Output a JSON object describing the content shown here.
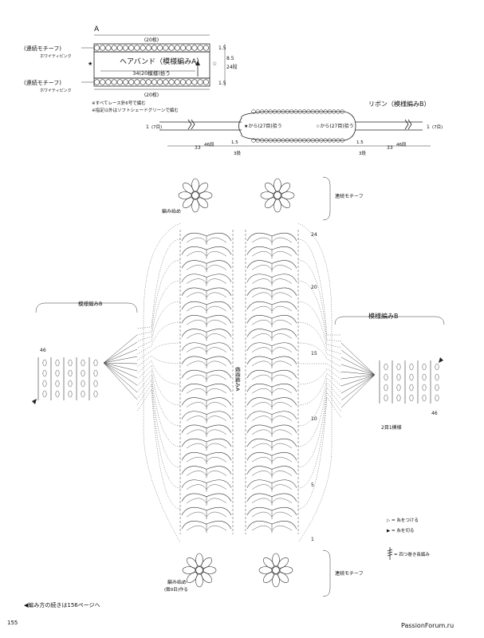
{
  "section_label": "A",
  "headband": {
    "width_top": "(20枚)",
    "width_bottom": "(20枚)",
    "title": "ヘアバンド（模様編みA）",
    "row_count": "34(20模様)拾う",
    "side_top": "1.5",
    "side_mid": "8.5",
    "side_mid_sub": "24段",
    "side_bottom": "1.5",
    "motif_label_top": "(連続モチーフ)",
    "motif_color_top": "ホワイティピンク",
    "motif_label_bottom": "(連続モチーフ)",
    "motif_color_bottom": "ホワイティピンク",
    "note_1": "※すべてレース針6号で編む",
    "note_2": "※指定以外はソフトシェードグリーンで編む"
  },
  "ribbon": {
    "title": "リボン（模様編みB）",
    "side_left": "1",
    "side_left_unit": "(7目)",
    "side_right": "1",
    "side_right_unit": "(7目)",
    "pickup_left": "★から(27目)拾う",
    "pickup_right": "☆から(27目)拾う",
    "dim_left": "33",
    "dim_left_rows": "46段",
    "dim_mid_left": "1.5",
    "dim_mid_left_rows": "3段",
    "dim_mid_right": "1.5",
    "dim_mid_right_rows": "3段",
    "dim_right": "33",
    "dim_right_rows": "46段"
  },
  "chart": {
    "label_motif_top": "連続モチーフ",
    "label_motif_bottom": "連続モチーフ",
    "label_start_top": "編み始め",
    "label_start_bottom": "編み始め",
    "label_start_bottom_sub": "(鎖9目)作る",
    "label_pattern_a": "模様編みA",
    "label_pattern_b_left": "模様編みB",
    "label_pattern_b_right": "模様編みB",
    "label_2x1": "2目1模様",
    "row_24": "24",
    "row_20": "20",
    "row_15": "15",
    "row_10": "10",
    "row_5": "5",
    "row_1": "1",
    "row_left_46": "46",
    "row_right_46": "46"
  },
  "legend": {
    "join": "▷ = 糸をつける",
    "cut": "▶ = 糸を切る",
    "quad": "= 四つ巻き長編み"
  },
  "footer": {
    "continued": "◀編み方の続きは156ページへ",
    "page_number": "155"
  },
  "watermark": "PassionForum.ru"
}
